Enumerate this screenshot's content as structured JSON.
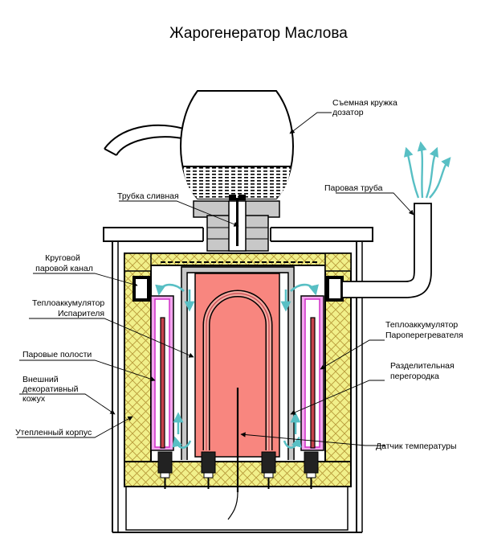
{
  "title": "Жарогенератор Маслова",
  "labels": {
    "mug": [
      "Съемная кружка",
      "дозатор"
    ],
    "drain_tube": "Трубка сливная",
    "steam_pipe": "Паровая труба",
    "ring_channel": [
      "Круговой",
      "паровой канал"
    ],
    "accumulator_evaporator": [
      "Теплоаккумулятор",
      "Испарителя"
    ],
    "accumulator_superheater": [
      "Теплоаккумулятор",
      "Пароперегревателя"
    ],
    "steam_cavities": "Паровые полости",
    "partition": [
      "Разделительная",
      "перегородка"
    ],
    "decor_casing": [
      "Внешний",
      "декоративный",
      "кожух"
    ],
    "insulated_body": "Утепленный корпус",
    "temp_sensor": "Датчик температуры"
  },
  "colors": {
    "insulation": "#f1f08a",
    "core": "#f8867f",
    "heating_tube": "#f4a9a0",
    "accumulator_fill": "#ec8fe6",
    "accumulator_edge": "#cf2fc7",
    "heater_element": "#c6424b",
    "steam_arrow": "#58bfc4",
    "wall_gray": "#c8c8c8",
    "liquid": "#000000"
  },
  "icons": {
    "steam_arrow": "teal-curved-arrow-icon",
    "rising_steam": "upward-steam-arrows-icon"
  }
}
